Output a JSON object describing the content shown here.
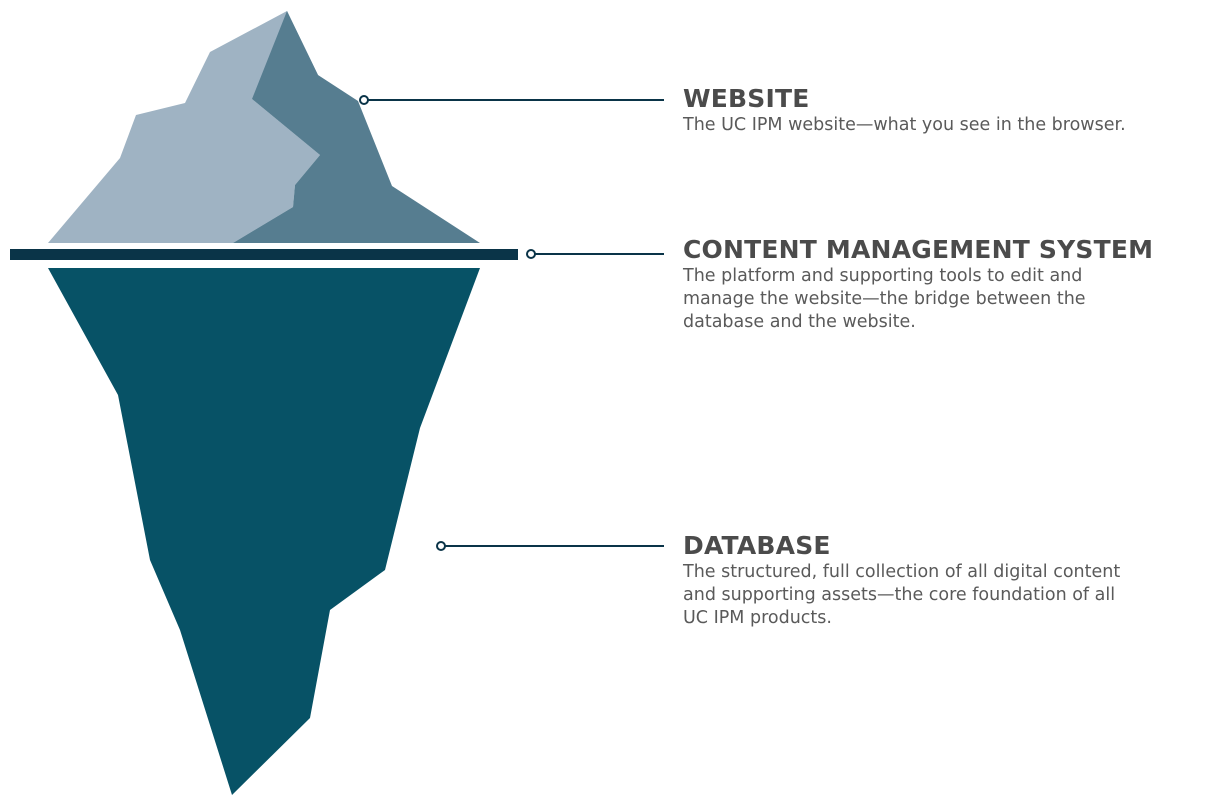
{
  "colors": {
    "tip_left": "#9fb3c3",
    "tip_right": "#567d90",
    "waterline": "#0a3448",
    "underwater": "#075266",
    "connector": "#0a3448",
    "title_text": "#4b4b4b",
    "desc_text": "#5a5a5a"
  },
  "layers": [
    {
      "title": "WEBSITE",
      "description": "The UC IPM website—what you see in the browser."
    },
    {
      "title": "CONTENT MANAGEMENT SYSTEM",
      "description": "The platform and supporting tools to edit and\nmanage the website—the bridge between the\ndatabase and the website."
    },
    {
      "title": "DATABASE",
      "description": "The structured, full collection of all digital content\nand supporting assets—the core foundation of all\nUC IPM products."
    }
  ]
}
